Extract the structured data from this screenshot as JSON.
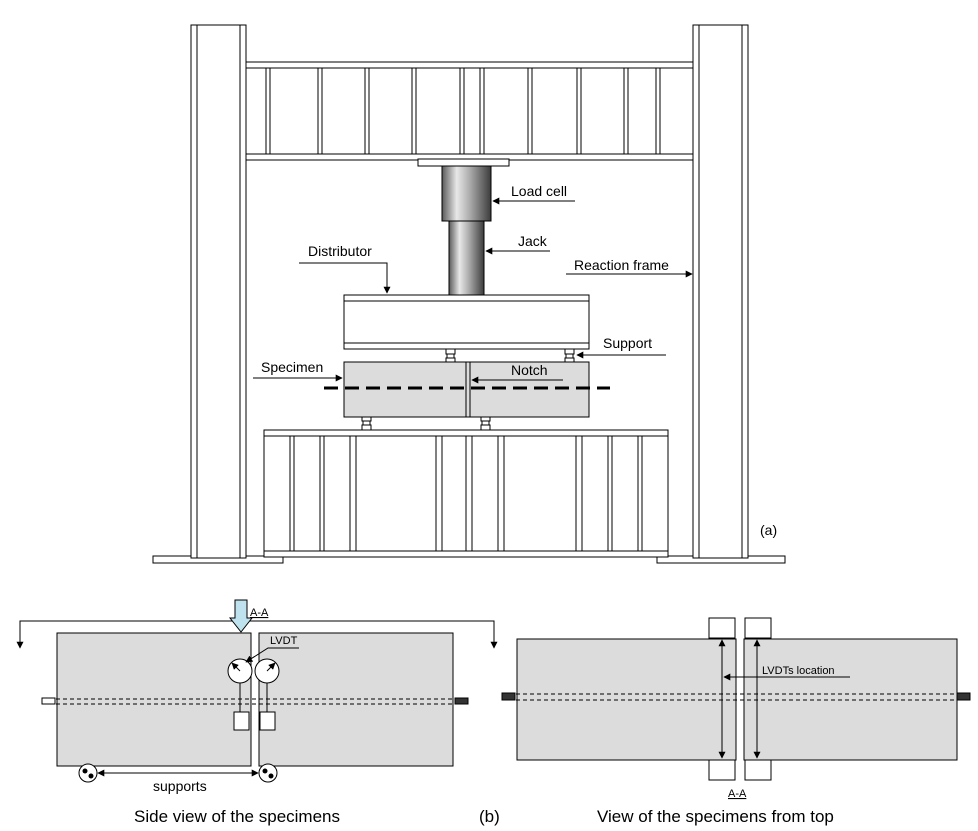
{
  "labels": {
    "load_cell": "Load cell",
    "jack": "Jack",
    "distributor": "Distributor",
    "reaction_frame": "Reaction frame",
    "support": "Support",
    "specimen": "Specimen",
    "notch": "Notch",
    "panel_a": "(a)",
    "section_marker": "A-A",
    "lvdt": "LVDT",
    "supports": "supports",
    "lvdts_location": "LVDTs location",
    "section_marker_bottom": "A-A",
    "side_view_caption": "Side view of the specimens",
    "panel_b": "(b)",
    "top_view_caption": "View of the specimens from top"
  },
  "colors": {
    "specimen_fill": "#dcdcdc",
    "arrow_fill": "#bfe3ee",
    "line": "#000000"
  }
}
